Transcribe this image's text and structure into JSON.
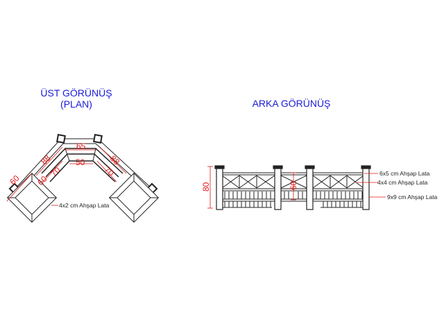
{
  "top_view": {
    "title_line1": "ÜST GÖRÜNÜŞ",
    "title_line2": "(PLAN)",
    "dimensions": {
      "top_outer": "65",
      "top_inner": "50",
      "left_outer": "88",
      "right_outer": "88",
      "left_inner": "70",
      "right_inner": "70",
      "left_end": "60",
      "left_depth": "60"
    },
    "label": "4x2 cm Ahşap Lata"
  },
  "back_view": {
    "title": "ARKA GÖRÜNÜŞ",
    "dimensions": {
      "height": "80",
      "inner_height": "60"
    },
    "labels": [
      "6x5 cm Ahşap Lata",
      "4x4 cm Ahşap Lata",
      "9x9 cm Ahşap Lata"
    ]
  },
  "colors": {
    "title": "#1a1ad6",
    "dimension": "#e01818",
    "line": "#222222"
  }
}
